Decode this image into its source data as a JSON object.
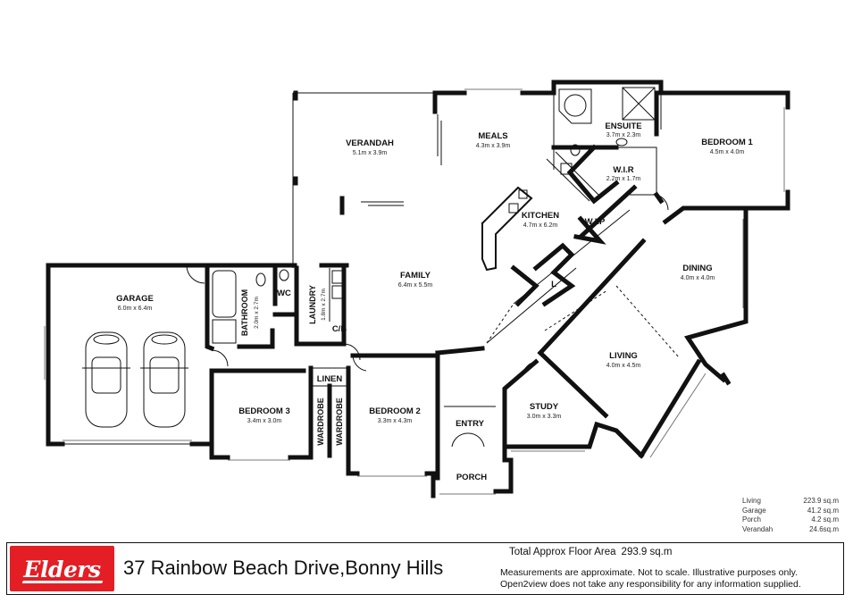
{
  "rooms": {
    "verandah": {
      "name": "VERANDAH",
      "dims": "5.1m x 3.9m"
    },
    "meals": {
      "name": "MEALS",
      "dims": "4.3m x 3.9m"
    },
    "ensuite": {
      "name": "ENSUITE",
      "dims": "3.7m x 2.3m"
    },
    "bedroom1": {
      "name": "BEDROOM 1",
      "dims": "4.5m x 4.0m"
    },
    "wir": {
      "name": "W.I.R",
      "dims": "2.2m x 1.7m"
    },
    "kitchen": {
      "name": "KITCHEN",
      "dims": "4.7m x 6.2m"
    },
    "wip": {
      "name": "W.I.P"
    },
    "garage": {
      "name": "GARAGE",
      "dims": "6.0m x 6.4m"
    },
    "family": {
      "name": "FAMILY",
      "dims": "6.4m x 5.5m"
    },
    "dining": {
      "name": "DINING",
      "dims": "4.0m x 4.0m"
    },
    "wc": {
      "name": "WC"
    },
    "bathroom": {
      "name": "BATHROOM",
      "dims": "2.0m x 2.7m"
    },
    "laundry": {
      "name": "LAUNDRY",
      "dims": "1.8m x 2.7m"
    },
    "cb": {
      "name": "C/B"
    },
    "l": {
      "name": "L"
    },
    "living": {
      "name": "LIVING",
      "dims": "4.0m x 4.5m"
    },
    "linen": {
      "name": "LINEN"
    },
    "bedroom3": {
      "name": "BEDROOM 3",
      "dims": "3.4m x 3.0m"
    },
    "wardrobe_a": {
      "name": "WARDROBE"
    },
    "wardrobe_b": {
      "name": "WARDROBE"
    },
    "bedroom2": {
      "name": "BEDROOM 2",
      "dims": "3.3m x 4.3m"
    },
    "entry": {
      "name": "ENTRY"
    },
    "study": {
      "name": "STUDY",
      "dims": "3.0m x 3.3m"
    },
    "porch": {
      "name": "PORCH"
    }
  },
  "areas": [
    {
      "label": "Living",
      "value": "223.9 sq.m"
    },
    {
      "label": "Garage",
      "value": "41.2 sq.m"
    },
    {
      "label": "Porch",
      "value": "4.2 sq.m"
    },
    {
      "label": "Verandah",
      "value": "24.6sq.m"
    }
  ],
  "footer": {
    "logo_text": "Elders",
    "address": "37 Rainbow Beach Drive,Bonny Hills",
    "total_label": "Total Approx Floor Area",
    "total_value": "293.9 sq.m",
    "disclaimer_1": "Measurements are approximate. Not to scale. Illustrative purposes only.",
    "disclaimer_2": "Open2view does not take any responsibility for any information supplied."
  },
  "colors": {
    "brand_red": "#e31e24",
    "wall": "#111111"
  }
}
